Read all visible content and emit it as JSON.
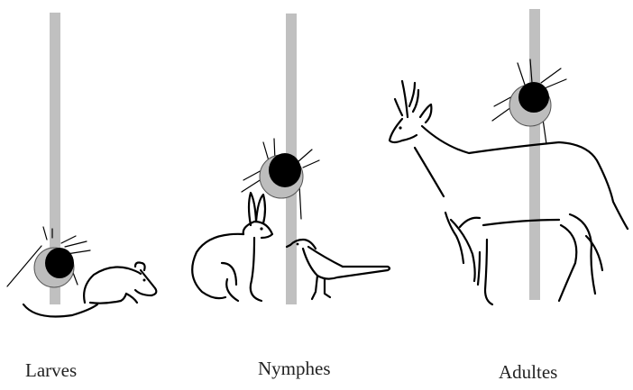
{
  "stages": [
    {
      "label": "Larves",
      "host_icons": [
        "mouse-icon"
      ],
      "tick_icon": "tick-larva-icon"
    },
    {
      "label": "Nymphes",
      "host_icons": [
        "hare-icon",
        "magpie-icon"
      ],
      "tick_icon": "tick-nymph-icon"
    },
    {
      "label": "Adultes",
      "host_icons": [
        "deer-icon"
      ],
      "tick_icon": "tick-adult-icon"
    }
  ],
  "colors": {
    "stalk": "#c0c0c0",
    "tick_body": "#000000",
    "tick_shield": "#bdbdbd",
    "line": "#000000",
    "background": "#ffffff"
  }
}
